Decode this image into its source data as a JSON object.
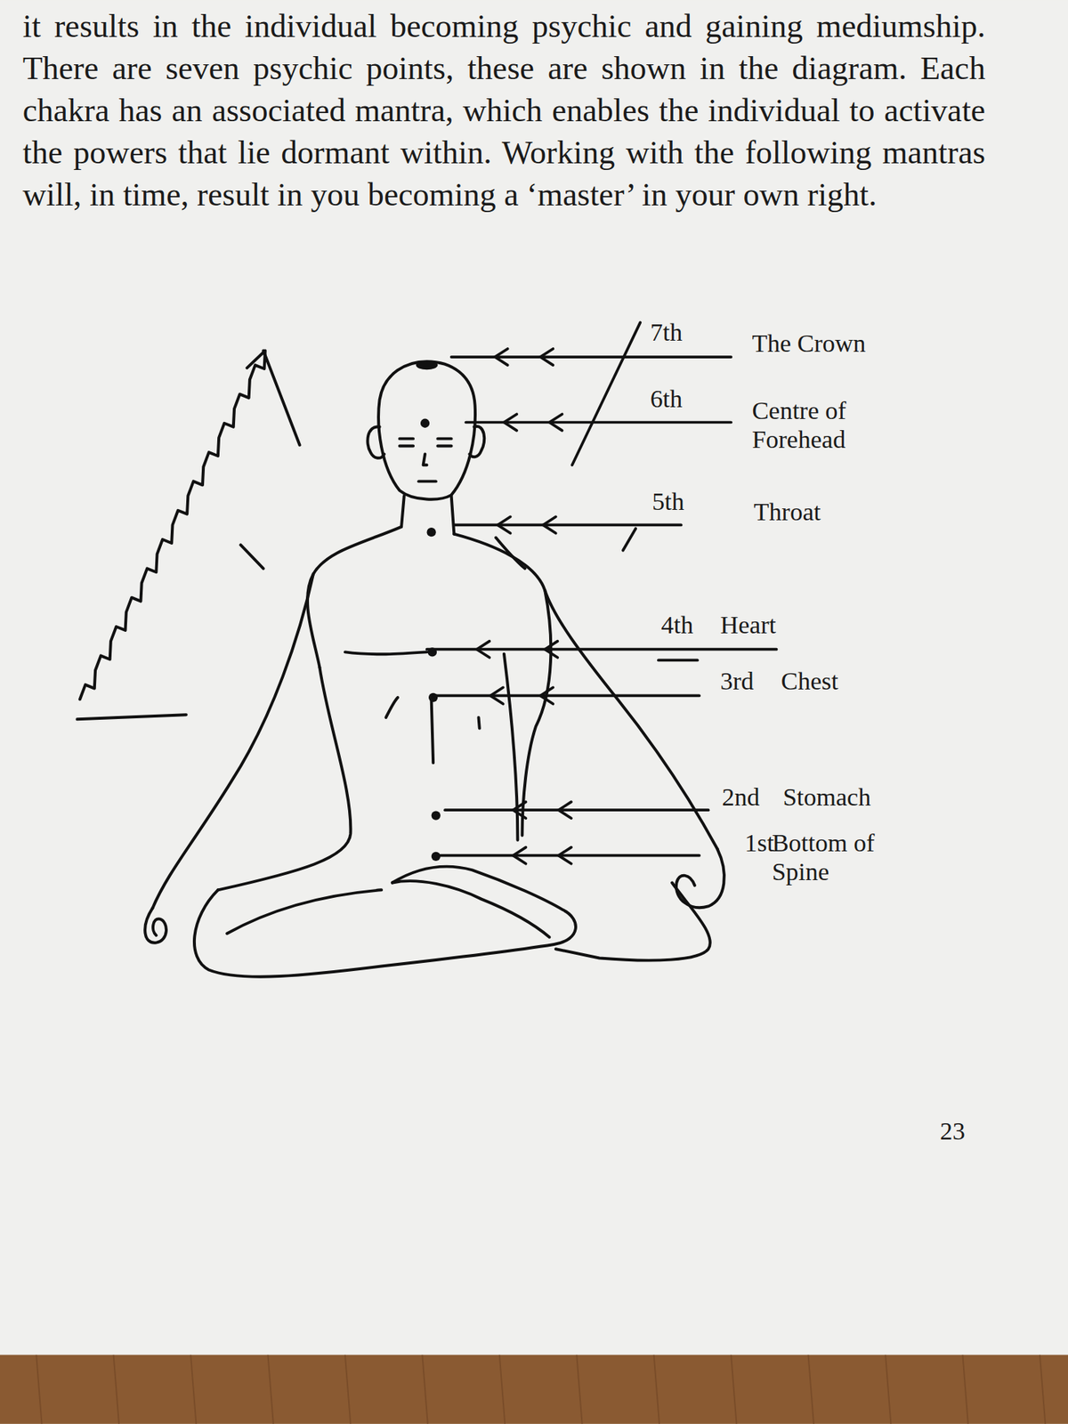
{
  "diagram": {
    "labels": [
      "it results in the individual becoming psychic and gaining mediumship. There are seven psychic points, these are shown in the diagram. Each chakra has an associated mantra, which enables the individual to activate the powers that lie dormant within. Working with the following mantras will, in time, result in you becoming a ‘master’ in your own right.",
      "7th",
      "The Crown",
      "6th",
      "Centre of Forehead",
      "5th",
      "Throat",
      "4th",
      "Heart",
      "3rd",
      "Chest",
      "2nd",
      "Stomach",
      "1st",
      "Bottom of Spine",
      "23"
    ]
  }
}
